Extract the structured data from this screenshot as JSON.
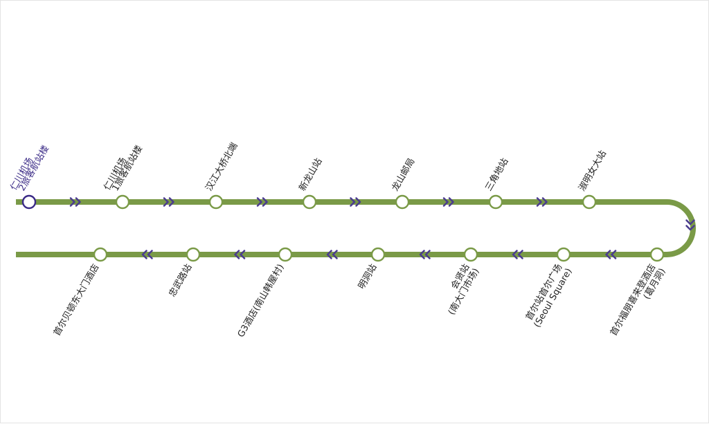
{
  "colors": {
    "line": "#7a9a47",
    "arrow": "#4b3d8e",
    "origin_station": "#3a2a86",
    "station_fill": "#ffffff",
    "label": "#222222"
  },
  "icons": {
    "direction_forward": "double-chevron-right-icon",
    "direction_backward": "double-chevron-left-icon",
    "direction_down": "double-chevron-down-icon"
  },
  "route": {
    "outbound_stations": [
      {
        "lines": [
          "仁川机场",
          "2旅客航站楼"
        ],
        "origin": true
      },
      {
        "lines": [
          "仁川机场",
          "1旅客航站楼"
        ]
      },
      {
        "lines": [
          "汉江大桥北端"
        ]
      },
      {
        "lines": [
          "新龙山站"
        ]
      },
      {
        "lines": [
          "龙山邮局"
        ]
      },
      {
        "lines": [
          "三角地站"
        ]
      },
      {
        "lines": [
          "淑明女大站"
        ]
      }
    ],
    "return_stations": [
      {
        "lines": [
          "首尔福朋喜来登酒店",
          "(葛月洞)"
        ]
      },
      {
        "lines": [
          "首尔站首尔广场",
          "(Seoul Square)"
        ]
      },
      {
        "lines": [
          "会贤站",
          "(南大门市场)"
        ]
      },
      {
        "lines": [
          "明洞站"
        ]
      },
      {
        "lines": [
          "G3酒店(南山韩屋村)"
        ]
      },
      {
        "lines": [
          "忠武路站"
        ]
      },
      {
        "lines": [
          "首尔贝顿东大门酒店"
        ]
      }
    ]
  }
}
